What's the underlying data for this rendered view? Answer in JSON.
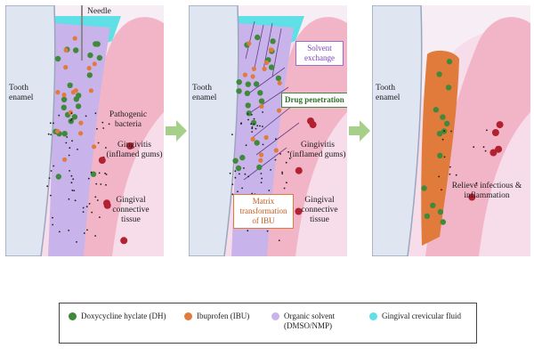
{
  "colors": {
    "doxycycline": "#3f8a3a",
    "ibuprofen": "#e07b3c",
    "solvent": "#c8b4ea",
    "fluid": "#5ee0e6",
    "gum": "#f2b5c8",
    "tissue": "#f7dde9",
    "enamel": "#dfe6f2",
    "blood": "#b3202f",
    "arrow": "#a6d08a"
  },
  "panel1": {
    "needle": "Needle",
    "tooth": "Tooth enamel",
    "bacteria": "Pathogenic bacteria",
    "gingivitis": "Gingivitis (inflamed gums)",
    "connective": "Gingival connective tissue"
  },
  "panel2": {
    "tooth": "Tooth enamel",
    "solvent_exchange": "Solvent exchange",
    "drug_penetration": "Drug penetration",
    "gingivitis": "Gingivitis (inflamed gums)",
    "matrix": "Matrix transformation of IBU",
    "connective": "Gingival connective tissue"
  },
  "panel3": {
    "tooth": "Tooth enamel",
    "relieve": "Relieve infectious & inflammation"
  },
  "legend": [
    {
      "key": "doxycycline",
      "label": "Doxycycline hyclate (DH)"
    },
    {
      "key": "ibuprofen",
      "label": "Ibuprofen (IBU)"
    },
    {
      "key": "solvent",
      "label": "Organic solvent (DMSO/NMP)"
    },
    {
      "key": "fluid",
      "label": "Gingival crevicular fluid"
    }
  ]
}
